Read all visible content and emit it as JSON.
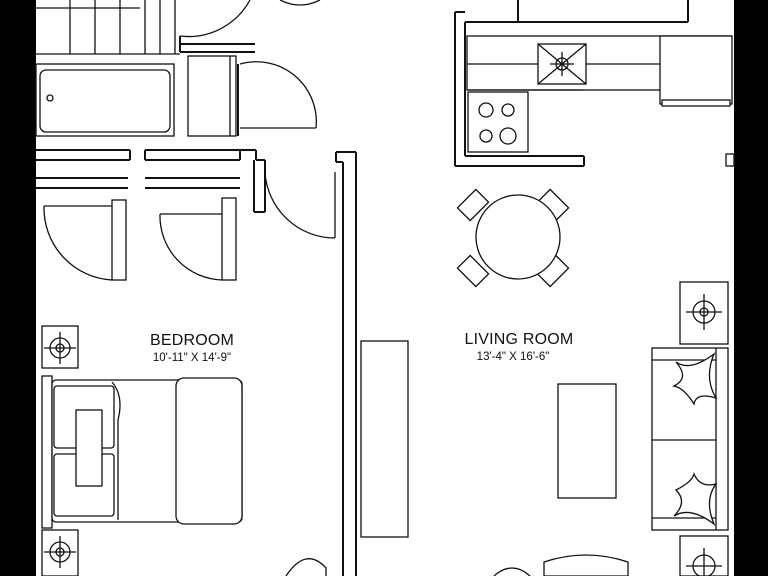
{
  "colors": {
    "background": "#ffffff",
    "linework": "#111111",
    "frame": "#000000"
  },
  "rooms": {
    "bedroom": {
      "name": "BEDROOM",
      "dimensions": "10'-11\" X 14'-9\""
    },
    "living_room": {
      "name": "LIVING ROOM",
      "dimensions": "13'-4\" X 16'-6\""
    }
  },
  "icons": [
    "floor-lamp-icon",
    "cooktop-icon",
    "burner-icon",
    "door-swing-icon",
    "bathtub-icon",
    "pillow-icon"
  ]
}
